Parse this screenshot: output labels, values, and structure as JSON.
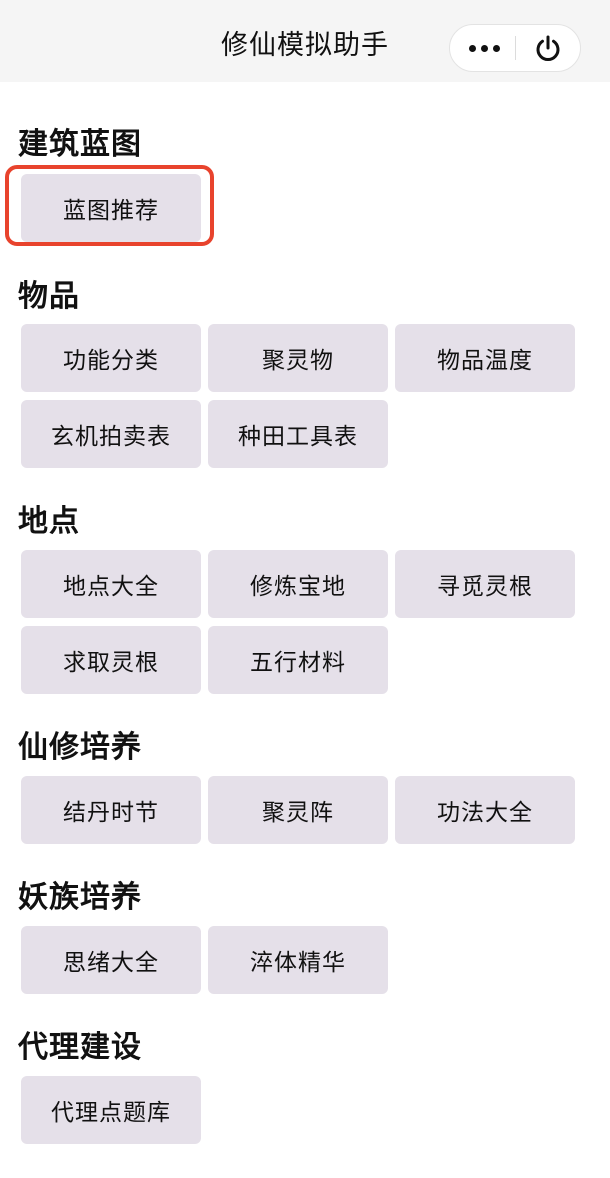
{
  "nav": {
    "title": "修仙模拟助手",
    "more_icon": "more-dots-icon",
    "close_icon": "power-icon"
  },
  "sections": [
    {
      "title": "建筑蓝图",
      "items": [
        "蓝图推荐"
      ]
    },
    {
      "title": "物品",
      "items": [
        "功能分类",
        "聚灵物",
        "物品温度",
        "玄机拍卖表",
        "种田工具表"
      ]
    },
    {
      "title": "地点",
      "items": [
        "地点大全",
        "修炼宝地",
        "寻觅灵根",
        "求取灵根",
        "五行材料"
      ]
    },
    {
      "title": "仙修培养",
      "items": [
        "结丹时节",
        "聚灵阵",
        "功法大全"
      ]
    },
    {
      "title": "妖族培养",
      "items": [
        "思绪大全",
        "淬体精华"
      ]
    },
    {
      "title": "代理建设",
      "items": [
        "代理点题库"
      ]
    }
  ],
  "colors": {
    "button_bg": "#e5e0e9",
    "highlight": "#e8432d",
    "nav_bg": "#f5f5f5"
  }
}
